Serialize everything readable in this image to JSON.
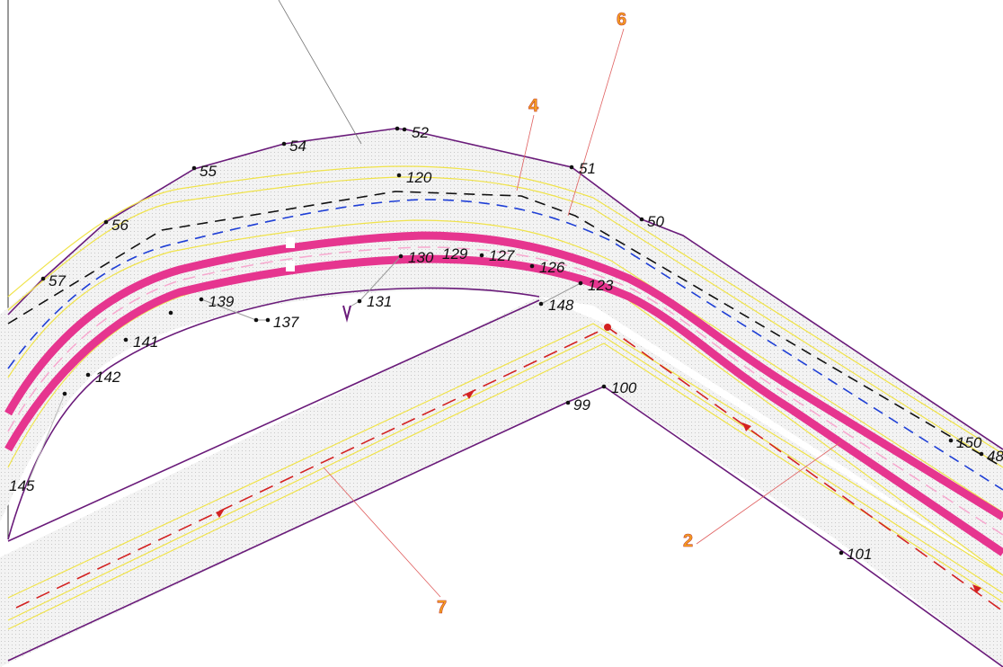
{
  "colors": {
    "boundary": "#6a1b7a",
    "road_fill": "#ececec",
    "yellow_line": "#f0e34a",
    "black_dash": "#111111",
    "blue_dash": "#1f3fd6",
    "magenta_band": "#e6358f",
    "red_dash": "#d32222",
    "callout_text": "#f5a020",
    "leader_red": "#e06060",
    "leader_gray": "#777777"
  },
  "point_labels": {
    "p52": "52",
    "p54": "54",
    "p55": "55",
    "p56": "56",
    "p57": "57",
    "p51": "51",
    "p50": "50",
    "p120": "120",
    "p130": "130",
    "p129": "129",
    "p127": "127",
    "p126": "126",
    "p123": "123",
    "p148": "148",
    "p131": "131",
    "p139": "139",
    "p137": "137",
    "p141": "141",
    "p142": "142",
    "p145": "145",
    "p100": "100",
    "p99": "99",
    "p101": "101",
    "p150": "150",
    "p48": "48"
  },
  "callouts": {
    "c6": "6",
    "c4": "4",
    "c2": "2",
    "c7": "7"
  }
}
